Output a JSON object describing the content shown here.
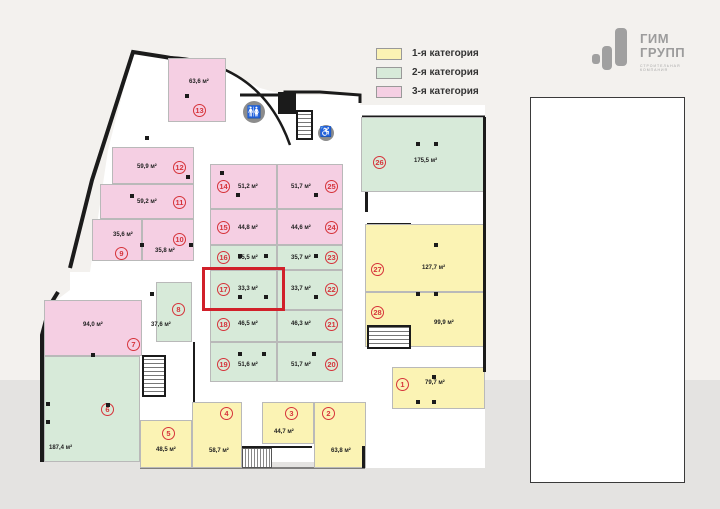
{
  "legend": {
    "items": [
      {
        "label": "1-я категория",
        "color": "#fbf3b4"
      },
      {
        "label": "2-я категория",
        "color": "#d7ead9"
      },
      {
        "label": "3-я категория",
        "color": "#f5cfe3"
      }
    ]
  },
  "logo": {
    "line1": "ГИМ",
    "line2": "ГРУПП",
    "sub1": "СТРОИТЕЛЬНАЯ",
    "sub2": "КОМПАНИЯ"
  },
  "icons": {
    "restroom": "🚻",
    "accessible": "♿"
  },
  "highlight": {
    "unit": "17",
    "color": "#d1202a"
  },
  "units": [
    {
      "id": "1",
      "area": "79,7 м²",
      "category": 1
    },
    {
      "id": "2",
      "area": "63,8 м²",
      "category": 1
    },
    {
      "id": "3",
      "area": "44,7 м²",
      "category": 1
    },
    {
      "id": "4",
      "area": "58,7 м²",
      "category": 1
    },
    {
      "id": "5",
      "area": "48,5 м²",
      "category": 1
    },
    {
      "id": "6",
      "area": "187,4 м²",
      "category": 2
    },
    {
      "id": "7",
      "area": "94,0 м²",
      "category": 3
    },
    {
      "id": "8",
      "area": "37,6 м²",
      "category": 2
    },
    {
      "id": "9",
      "area": "35,6 м²",
      "category": 3
    },
    {
      "id": "10",
      "area": "35,8 м²",
      "category": 3
    },
    {
      "id": "11",
      "area": "59,2 м²",
      "category": 3
    },
    {
      "id": "12",
      "area": "59,9 м²",
      "category": 3
    },
    {
      "id": "13",
      "area": "63,6 м²",
      "category": 3
    },
    {
      "id": "14",
      "area": "51,2 м²",
      "category": 3
    },
    {
      "id": "15",
      "area": "44,8 м²",
      "category": 3
    },
    {
      "id": "16",
      "area": "35,5 м²",
      "category": 2
    },
    {
      "id": "17",
      "area": "33,3 м²",
      "category": 2
    },
    {
      "id": "18",
      "area": "46,5 м²",
      "category": 2
    },
    {
      "id": "19",
      "area": "51,6 м²",
      "category": 2
    },
    {
      "id": "20",
      "area": "51,7 м²",
      "category": 2
    },
    {
      "id": "21",
      "area": "46,3 м²",
      "category": 2
    },
    {
      "id": "22",
      "area": "33,7 м²",
      "category": 2
    },
    {
      "id": "23",
      "area": "35,7 м²",
      "category": 2
    },
    {
      "id": "24",
      "area": "44,6 м²",
      "category": 3
    },
    {
      "id": "25",
      "area": "51,7 м²",
      "category": 3
    },
    {
      "id": "26",
      "area": "175,5 м²",
      "category": 2
    },
    {
      "id": "27",
      "area": "127,7 м²",
      "category": 1
    },
    {
      "id": "28",
      "area": "99,9 м²",
      "category": 1
    }
  ]
}
